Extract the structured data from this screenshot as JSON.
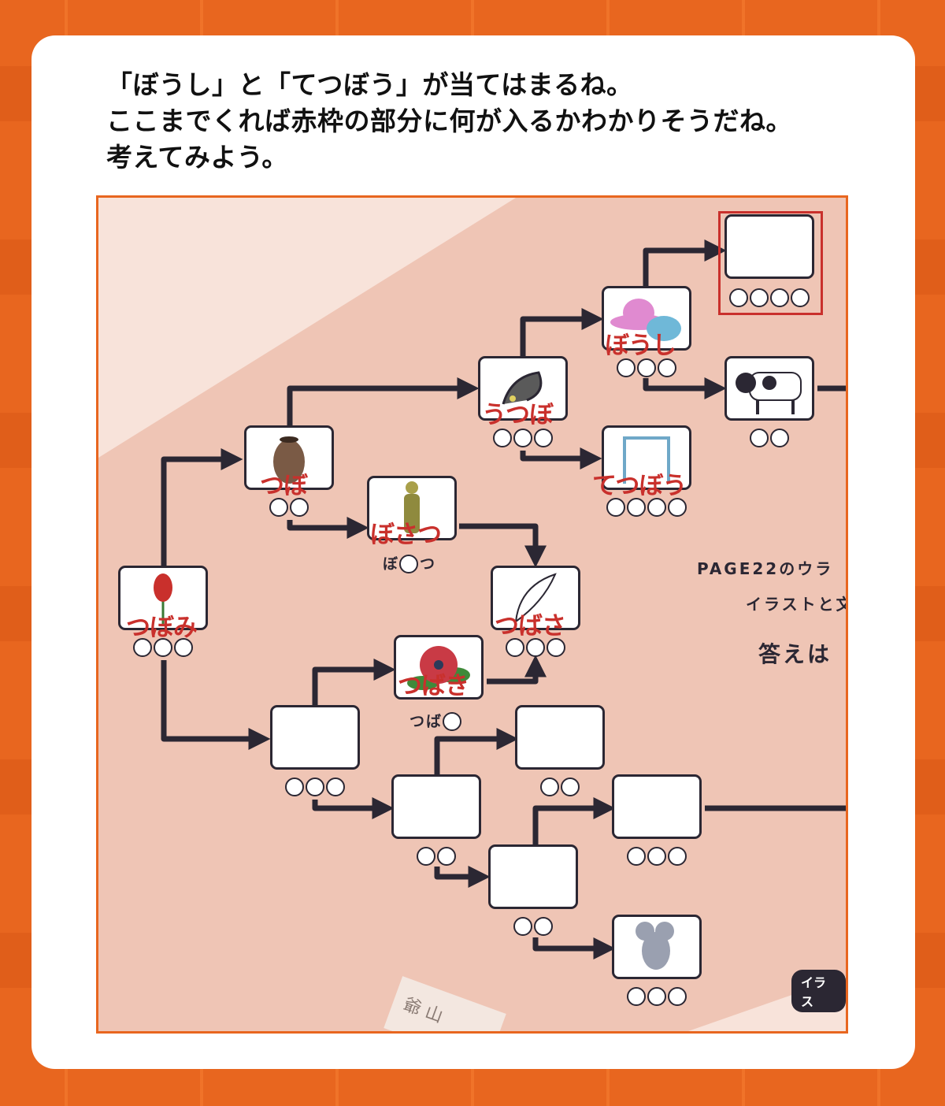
{
  "intro": {
    "lines": [
      "「ぼうし」と「てつぼう」が当てはまるね。",
      "ここまでくれば赤枠の部分に何が入るかわかりそうだね。",
      "考えてみよう。"
    ]
  },
  "puzzle": {
    "nodes": [
      {
        "id": "tsubomi",
        "label": "つぼみ",
        "circles": 3,
        "icon": "rose-icon"
      },
      {
        "id": "tsubo",
        "label": "つぼ",
        "circles": 2,
        "icon": "pot-icon"
      },
      {
        "id": "bosatsu",
        "label": "ぼさつ",
        "hint": [
          "ぼ",
          "",
          "つ"
        ],
        "icon": "buddha-statue-icon"
      },
      {
        "id": "tsubasa",
        "label": "つばさ",
        "circles": 3,
        "icon": "wing-icon"
      },
      {
        "id": "tsubaki",
        "label": "つばき",
        "hint": [
          "つ",
          "ば",
          ""
        ],
        "icon": "camellia-icon"
      },
      {
        "id": "utsubo",
        "label": "うつぼ",
        "circles": 3,
        "icon": "moray-eel-icon"
      },
      {
        "id": "boushi",
        "label": "ぼうし",
        "circles": 3,
        "icon": "hat-icon"
      },
      {
        "id": "answer",
        "label": "",
        "circles": 4,
        "icon": ""
      },
      {
        "id": "cow",
        "label": "",
        "circles": 2,
        "icon": "cow-icon"
      },
      {
        "id": "tetsubou",
        "label": "てつぼう",
        "circles": 4,
        "icon": "horizontal-bar-icon"
      },
      {
        "id": "blank1",
        "label": "",
        "circles": 3,
        "icon": ""
      },
      {
        "id": "blank2",
        "label": "",
        "circles": 2,
        "icon": ""
      },
      {
        "id": "blank3",
        "label": "",
        "circles": 2,
        "icon": ""
      },
      {
        "id": "blank4",
        "label": "",
        "circles": 3,
        "icon": ""
      },
      {
        "id": "blank5",
        "label": "",
        "circles": 2,
        "icon": ""
      },
      {
        "id": "mouse",
        "label": "",
        "circles": 3,
        "icon": "mouse-icon"
      }
    ],
    "side_text": {
      "line1": "PAGE22のウラ",
      "line2": "イラストと文",
      "line3": "答えは"
    },
    "pill": "イラス",
    "tag": "爺 山"
  },
  "colors": {
    "accent": "#e8661f",
    "red": "#c9302c",
    "ink": "#2b2733",
    "bg": "#efc5b5"
  }
}
